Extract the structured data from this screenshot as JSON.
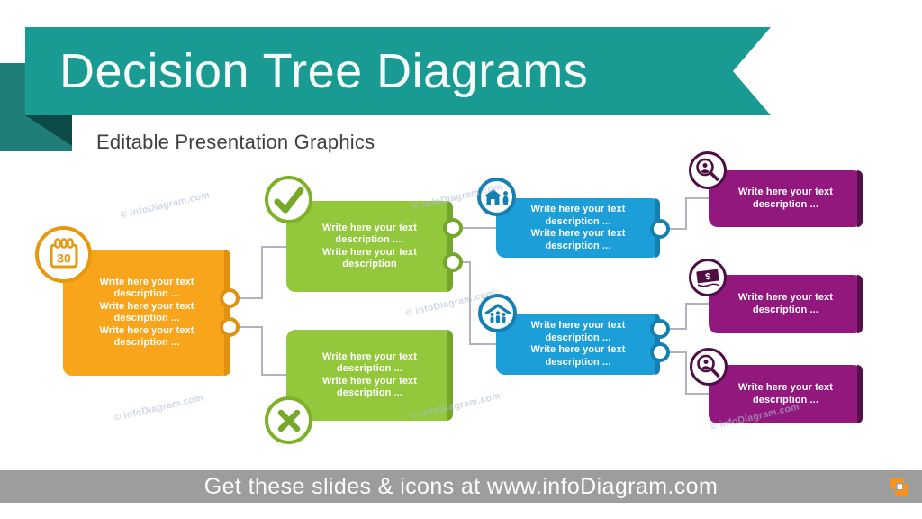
{
  "slide": {
    "title": "Decision Tree Diagrams",
    "subtitle": "Editable Presentation Graphics"
  },
  "footer": {
    "text": "Get these slides & icons at www.infoDiagram.com",
    "logo_icon": "infodiagram-corner-brackets"
  },
  "watermark": {
    "text": "© infoDiagram.com"
  },
  "colors": {
    "teal_ribbon": "#199A93",
    "teal_dark": "#1F7E78",
    "teal_fold": "#0C4B48",
    "orange": "#F9A51C",
    "orange_dark": "#E0910F",
    "green": "#93C83D",
    "green_dark": "#74A62A",
    "blue": "#1C9FD9",
    "blue_dark": "#1480B2",
    "purple": "#93187E",
    "purple_dark": "#54104A",
    "connector_gray": "#AEB3BD",
    "footer_gray": "#9D9D9D"
  },
  "tree": {
    "root": {
      "icon": "calendar-30",
      "lines": [
        "Write here your text",
        "description ...",
        "Write here your text",
        "description ...",
        "Write here your text",
        "description ..."
      ]
    },
    "branch_yes": {
      "icon": "check",
      "lines": [
        "Write here your text",
        "description ....",
        "Write here your text",
        "description"
      ]
    },
    "branch_no": {
      "icon": "cross",
      "lines": [
        "Write here your text",
        "description ...",
        "Write here your text",
        "description ..."
      ]
    },
    "option_top": {
      "icon": "house-person",
      "lines": [
        "Write here your text",
        "description ...",
        "Write here your text",
        "description ..."
      ]
    },
    "option_bottom": {
      "icon": "house-family",
      "lines": [
        "Write here your text",
        "description ...",
        "Write here your text",
        "description ..."
      ]
    },
    "result_1": {
      "icon": "search-person",
      "lines": [
        "Write here your text",
        "description ..."
      ]
    },
    "result_2": {
      "icon": "money",
      "lines": [
        "Write here your text",
        "description ..."
      ]
    },
    "result_3": {
      "icon": "search-person",
      "lines": [
        "Write here your text",
        "description ..."
      ]
    }
  }
}
